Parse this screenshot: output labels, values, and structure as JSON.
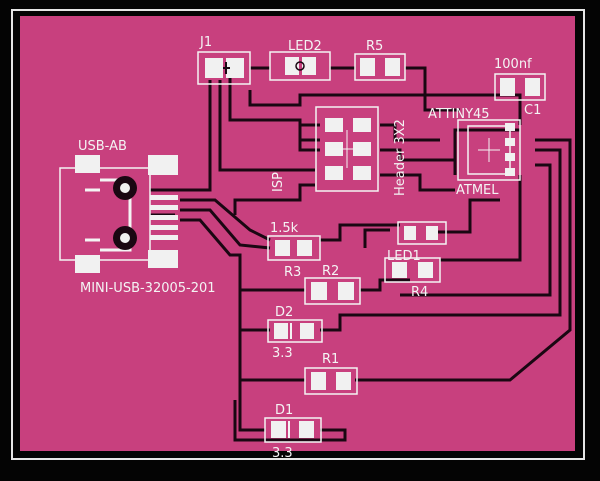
{
  "labels": {
    "j1": "J1",
    "led2": "LED2",
    "r5": "R5",
    "c1_value": "100nf",
    "c1": "C1",
    "attiny": "ATTINY45",
    "header": "Header 3X2",
    "isp": "ISP",
    "atmel": "ATMEL",
    "usb_ab": "USB-AB",
    "mini_usb": "MINI-USB-32005-201",
    "r_1_5k": "1.5k",
    "r3": "R3",
    "r2": "R2",
    "r4": "R4",
    "led1": "LED1",
    "d2": "D2",
    "d2_value": "3.3",
    "r1": "R1",
    "d1": "D1",
    "d1_value": "3.3"
  },
  "colors": {
    "background": "#040404",
    "board_outline": "#e6e6e6",
    "board_fill": "#c8407e",
    "trace": "#1a0712",
    "pad": "#f1f1f1",
    "silkscreen": "#f4f4f4"
  }
}
